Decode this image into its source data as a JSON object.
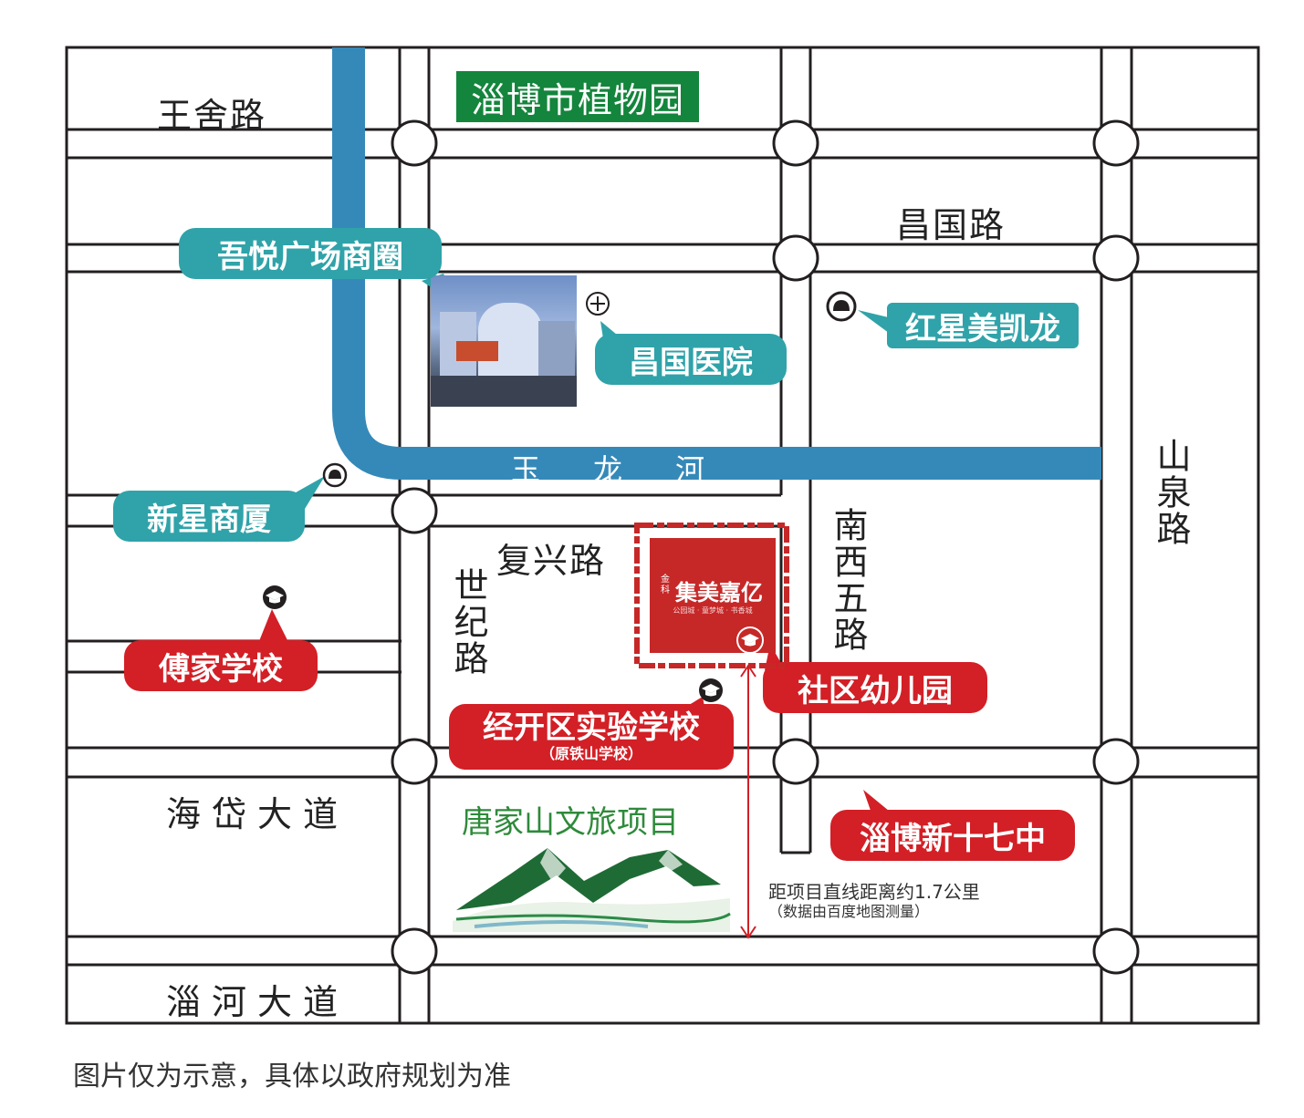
{
  "roads": {
    "wangshe": "王舍路",
    "changguo": "昌国路",
    "fuxing": "复兴路",
    "shiji": "世纪路",
    "nanxiwu": "南西五路",
    "shanquan": "山泉路",
    "haidai": "海岱大道",
    "zihe": "淄河大道"
  },
  "river": {
    "label": "玉龙河"
  },
  "park": {
    "label": "淄博市植物园"
  },
  "callouts": {
    "wuyue": "吾悦广场商圈",
    "changguo_hospital": "昌国医院",
    "hongxing": "红星美凯龙",
    "xinxing": "新星商厦",
    "fujia": "傅家学校",
    "jingkai": "经开区实验学校",
    "jingkai_sub": "（原铁山学校）",
    "kindergarten": "社区幼儿园",
    "zibo17": "淄博新十七中"
  },
  "project": {
    "brand": "金科",
    "name": "集美嘉亿",
    "tagline": "公园城 · 童梦城 · 书香城"
  },
  "scenic": {
    "label": "唐家山文旅项目"
  },
  "distance_note": {
    "line1": "距项目直线距离约1.7公里",
    "line2": "（数据由百度地图测量）"
  },
  "disclaimer": "图片仅为示意，具体以政府规划为准",
  "colors": {
    "river": "#3589b8",
    "teal_callout": "#2fa3a9",
    "red_callout": "#d31f26",
    "park_green": "#14853c",
    "project_red": "#c62828"
  },
  "icons": [
    "hospital-icon",
    "mall-icon",
    "school-icon",
    "mountain-icon",
    "photo-wuyue-plaza"
  ]
}
